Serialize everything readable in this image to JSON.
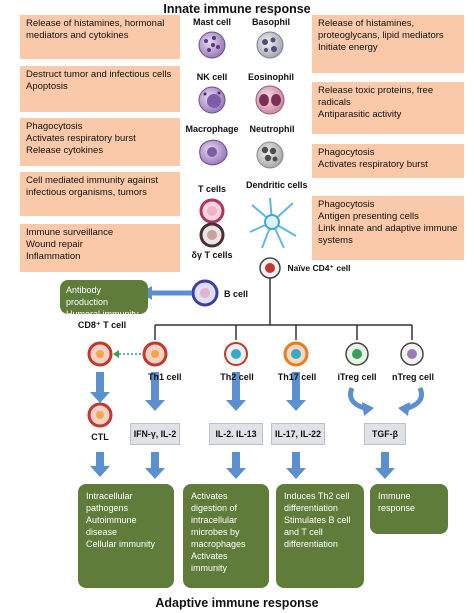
{
  "title_top": "Innate immune response",
  "title_bottom": "Adaptive immune response",
  "callouts_left": [
    "Release of histamines, hormonal mediators and cytokines",
    "Destruct tumor and infectious cells\nApoptosis",
    "Phagocytosis\nActivates respiratory burst\nRelease cytokines",
    "Cell mediated immunity against infectious organisms, tumors",
    "Immune surveillance\nWound repair\nInflammation"
  ],
  "callouts_right": [
    "Release of histamines, proteoglycans, lipid mediators\nInitiate energy",
    "Release toxic proteins, free radicals\nAntiparasitic activity",
    "Phagocytosis\nActivates respiratory burst",
    "Phagocytosis\nAntigen presenting cells\nLink innate and adaptive immune systems"
  ],
  "cells": {
    "mast": "Mast cell",
    "basophil": "Basophil",
    "nk": "NK cell",
    "eosinophil": "Eosinophil",
    "macrophage": "Macrophage",
    "neutrophil": "Neutrophil",
    "tcells": "T cells",
    "dendritic": "Dendritic cells",
    "gdt": "δγ T cells",
    "naive": "Naïve CD4⁺ cell",
    "bcell": "B cell",
    "cd8": "CD8⁺ T cell",
    "th1": "Th1 cell",
    "th2": "Th2 cell",
    "th17": "Th17 cell",
    "itreg": "iTreg cell",
    "ntreg": "nTreg cell",
    "ctl": "CTL"
  },
  "b_function": "Antibody production\nHumoral immunity",
  "cytokines": {
    "th1": "IFN-γ, IL-2",
    "th2": "IL-2. IL-13",
    "th17": "IL-17, IL-22",
    "treg": "TGF-β"
  },
  "outcomes": {
    "ctl": "Intracellular pathogens\nAutoimmune disease\nCellular immunity",
    "th2": "Activates digestion of intracellular microbes by macrophages\nActivates immunity",
    "th17": "Induces Th2 cell differentiation\nStimulates B cell and T cell differentiation",
    "treg": "Immune response"
  },
  "colors": {
    "callout": "#f9c9a9",
    "green_box": "#5f7c3a",
    "arrow": "#5b8fcf",
    "red_cell": "#c0392b",
    "orange_cell": "#e67e22"
  }
}
